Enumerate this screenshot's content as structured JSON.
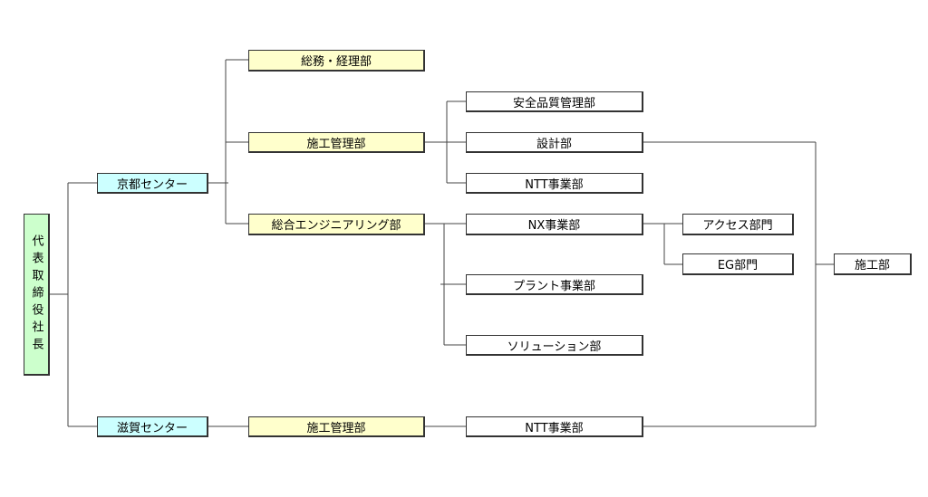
{
  "colors": {
    "division": "#ffffcc",
    "center": "#ccffff",
    "ceo": "#ccffcc",
    "unit": "#ffffff",
    "line": "#444444"
  },
  "ceo": "代表取締役社長",
  "kyoto": {
    "name": "京都センター",
    "soumu": "総務・経理部",
    "sekou_kanri": "施工管理部",
    "sougou_eng": "総合エンジニアリング部",
    "anzen": "安全品質管理部",
    "sekkei": "設計部",
    "ntt": "NTT事業部",
    "nx": "NX事業部",
    "plant": "プラント事業部",
    "solution": "ソリューション部",
    "access": "アクセス部門",
    "eg": "EG部門"
  },
  "shiga": {
    "name": "滋賀センター",
    "sekou_kanri": "施工管理部",
    "ntt": "NTT事業部"
  },
  "sekoubu": "施工部"
}
